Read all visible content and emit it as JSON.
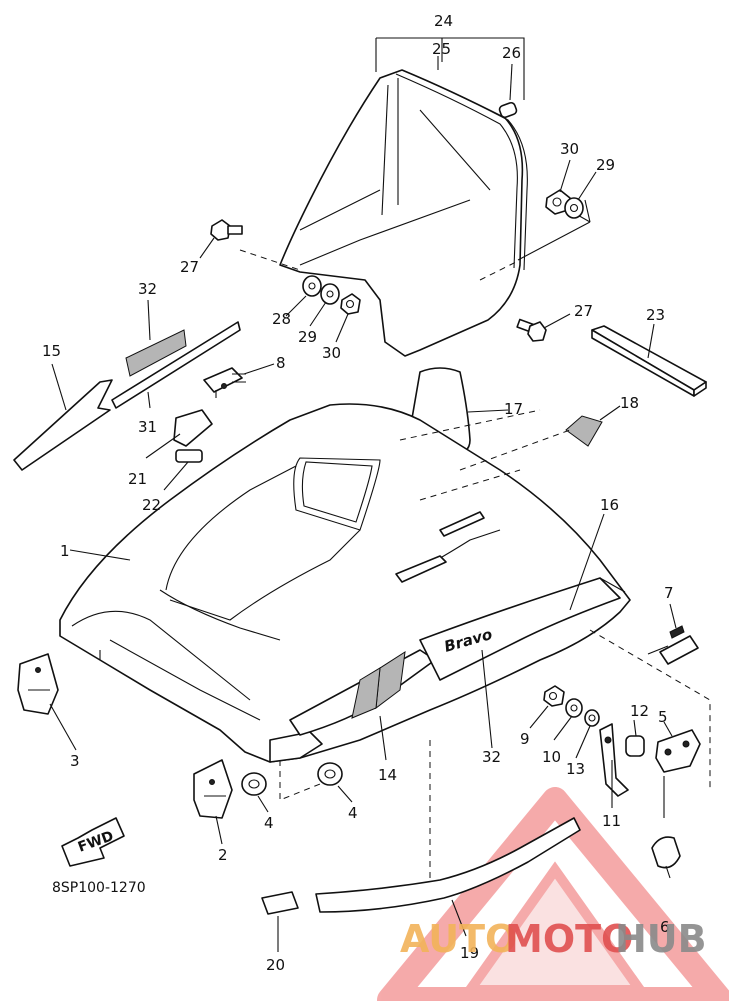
{
  "diagram": {
    "part_code": "8SP100-1270",
    "direction_label": "FWD",
    "decal_text": "Bravo",
    "callouts": [
      "24",
      "25",
      "26",
      "30",
      "29",
      "27",
      "28",
      "29",
      "30",
      "27",
      "23",
      "32",
      "31",
      "15",
      "8",
      "17",
      "18",
      "21",
      "22",
      "1",
      "16",
      "7",
      "3",
      "2",
      "4",
      "4",
      "14",
      "32",
      "9",
      "10",
      "13",
      "12",
      "5",
      "11",
      "6",
      "19",
      "20"
    ]
  },
  "watermark": {
    "part1": "AUTO",
    "part2": "MOTO",
    "part3": "HUB",
    "colors": {
      "orange": "#f2b35a",
      "red": "#e05050",
      "grey": "#8a8a8a"
    }
  }
}
